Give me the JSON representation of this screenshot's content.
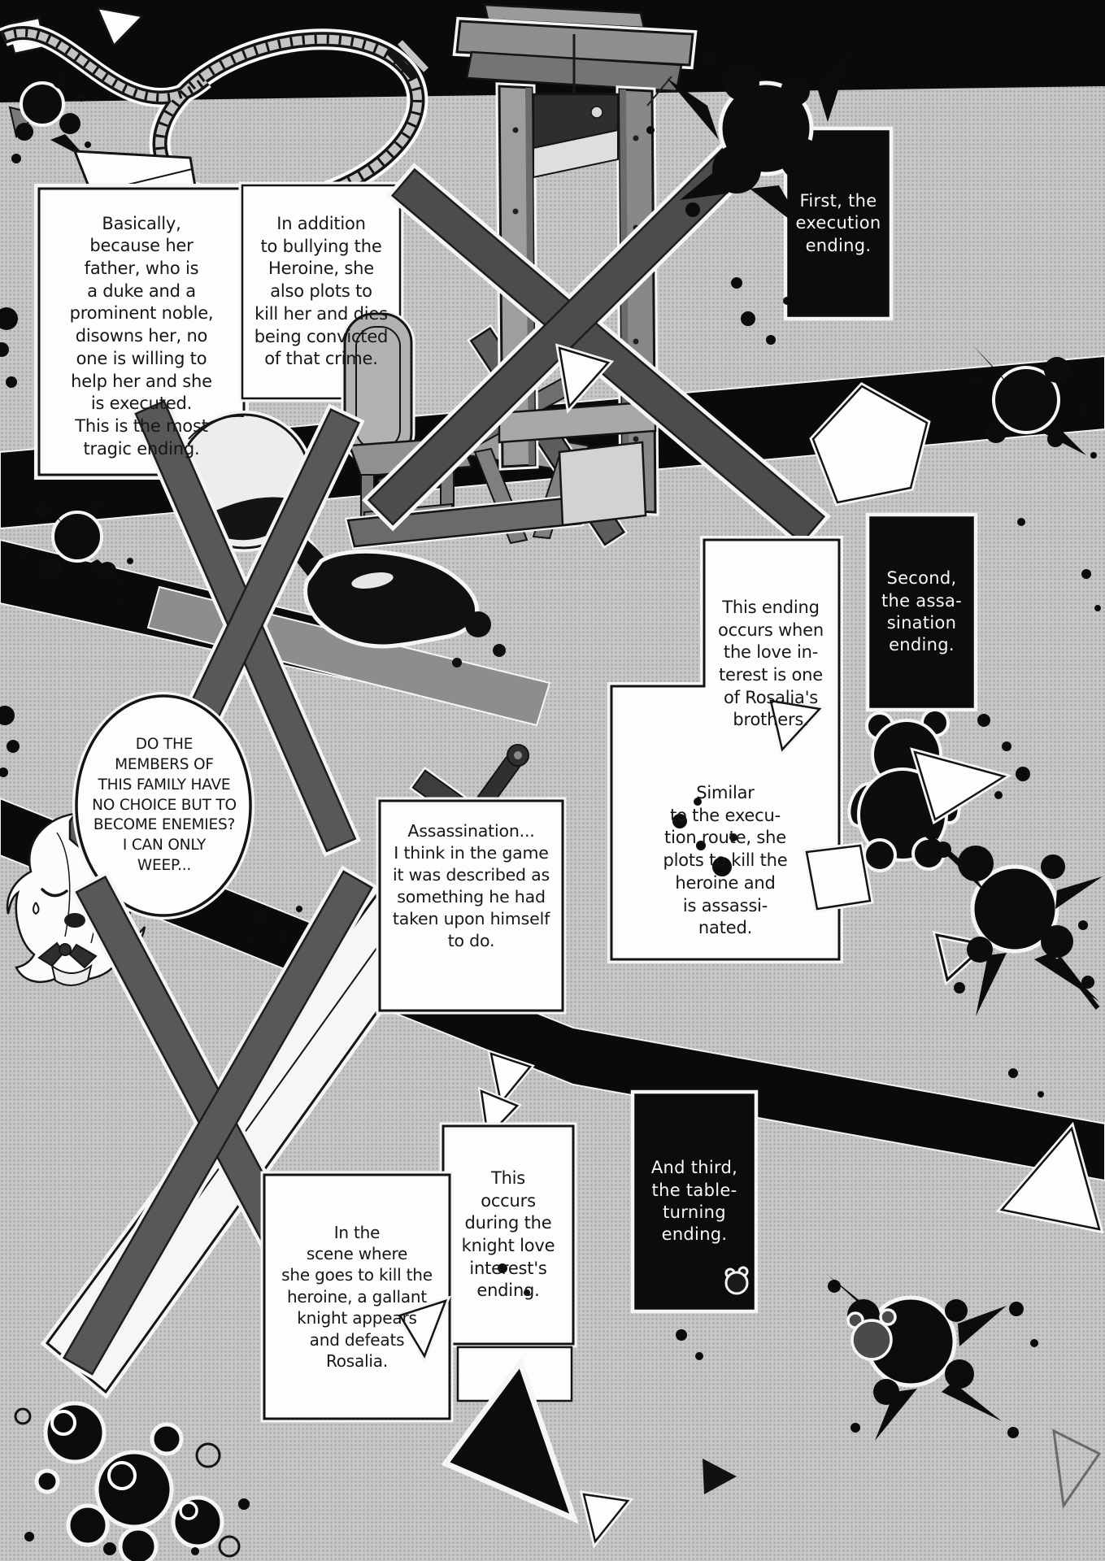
{
  "panels": {
    "execution_detail": {
      "text": "Basically,\nbecause her\nfather, who is\na duke and a\nprominent noble,\ndisowns her, no\none is willing to\nhelp her and she\nis executed.\nThis is the most\ntragic ending."
    },
    "bullying": {
      "text": "In addition\nto bullying the\nHeroine, she\nalso plots to\nkill her and dies\nbeing convicted\nof that crime."
    },
    "first_ending": {
      "text": "First, the\nexecution\nending."
    },
    "second_ending": {
      "text": "Second,\nthe assa-\nsination\nending."
    },
    "brothers": {
      "p1": "This ending\noccurs when\nthe love in-\nterest is one\nof Rosalia's\nbrothers.",
      "p2": "Similar\nto the execu-\ntion route, she\nplots to kill the\nheroine and\nis assassi-\nnated."
    },
    "weep_bubble": {
      "text": "DO THE\nMEMBERS OF\nTHIS FAMILY HAVE\nNO CHOICE BUT TO\nBECOME ENEMIES?\nI CAN ONLY\nWEEP..."
    },
    "assassination": {
      "text": "Assassination...\nI think in the game\nit was described as\nsomething he had\ntaken upon himself\nto do."
    },
    "third_ending": {
      "text": "And third,\nthe table-\nturning\nending."
    },
    "knight_ending": {
      "text": "This\noccurs\nduring the\nknight love\ninterest's\nending."
    },
    "knight_scene": {
      "text": "In the\nscene where\nshe goes to kill the\nheroine, a gallant\nknight appears\nand defeats\nRosalia."
    }
  },
  "artwork": {
    "background_tone": "#bdbdbd",
    "ink_black": "#0a0a0a",
    "halo_white": "#f5f5f5",
    "cross_gray": "#555555",
    "elements": [
      "hangman-noose",
      "guillotine",
      "execution-chair-scaffold",
      "crossed-out-x-marks",
      "ink-splatters",
      "spilled-wine-glass",
      "sword",
      "teddy-bear-silhouette",
      "broken-glass-shards",
      "chibi-rosalia-crying"
    ]
  }
}
